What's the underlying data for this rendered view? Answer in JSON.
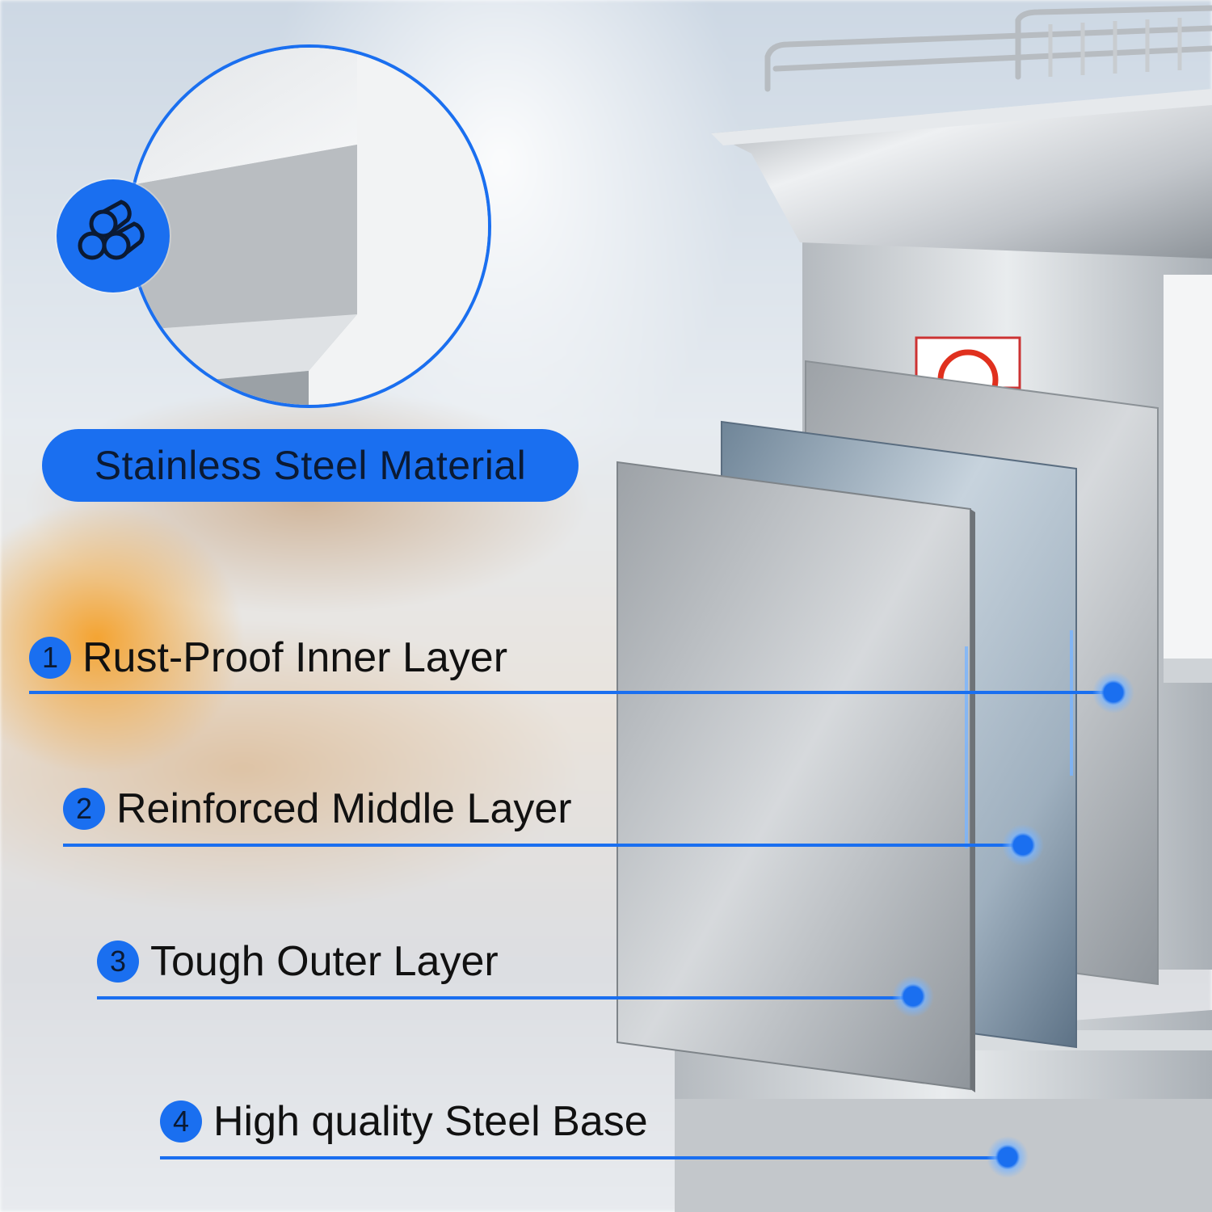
{
  "heading": "Stainless Steel Material",
  "layers": [
    {
      "num": "1",
      "label": "Rust-Proof Inner Layer"
    },
    {
      "num": "2",
      "label": "Reinforced Middle Layer"
    },
    {
      "num": "3",
      "label": "Tough Outer Layer"
    },
    {
      "num": "4",
      "label": "High quality Steel Base"
    }
  ],
  "colors": {
    "accent": "#1a6ff0",
    "text": "#111111"
  },
  "icons": {
    "material": "steel-pipes-icon",
    "warning": "no-hands-warning-icon"
  }
}
